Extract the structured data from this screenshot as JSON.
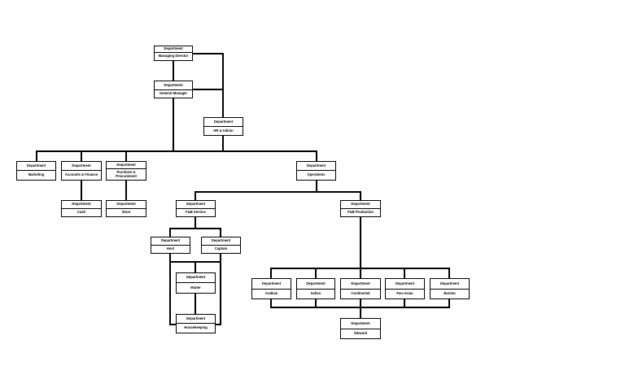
{
  "colors": {
    "line": "#000000",
    "box_border": "#000000",
    "background": "#ffffff"
  },
  "nodes": {
    "managing_director": {
      "dept": "Department",
      "title": "Managing Director"
    },
    "general_manager": {
      "dept": "Department",
      "title": "General Manager"
    },
    "hr_admin": {
      "dept": "Department",
      "title": "HR & Admin"
    },
    "marketing": {
      "dept": "Department",
      "title": "Marketing"
    },
    "accounts_finance": {
      "dept": "Department",
      "title": "Accounts & Finance"
    },
    "purchase": {
      "dept": "Department",
      "title": "Purchase & Procurement"
    },
    "operations": {
      "dept": "Department",
      "title": "Operations"
    },
    "cash": {
      "dept": "Department",
      "title": "Cash"
    },
    "store": {
      "dept": "Department",
      "title": "Store"
    },
    "fb_service": {
      "dept": "Department",
      "title": "F&B Service"
    },
    "fb_production": {
      "dept": "Department",
      "title": "F&B Production"
    },
    "host": {
      "dept": "Department",
      "title": "Host"
    },
    "captain": {
      "dept": "Department",
      "title": "Captain"
    },
    "waiter": {
      "dept": "Department",
      "title": "Waiter"
    },
    "housekeeping": {
      "dept": "Department",
      "title": "Housekeeping"
    },
    "arabian": {
      "dept": "Department",
      "title": "Arabian"
    },
    "indian": {
      "dept": "Department",
      "title": "Indian"
    },
    "continental": {
      "dept": "Department",
      "title": "Continental"
    },
    "pan_asian": {
      "dept": "Department",
      "title": "Pan-Asian"
    },
    "barista": {
      "dept": "Department",
      "title": "Barista"
    },
    "steward": {
      "dept": "Department",
      "title": "Steward"
    }
  }
}
